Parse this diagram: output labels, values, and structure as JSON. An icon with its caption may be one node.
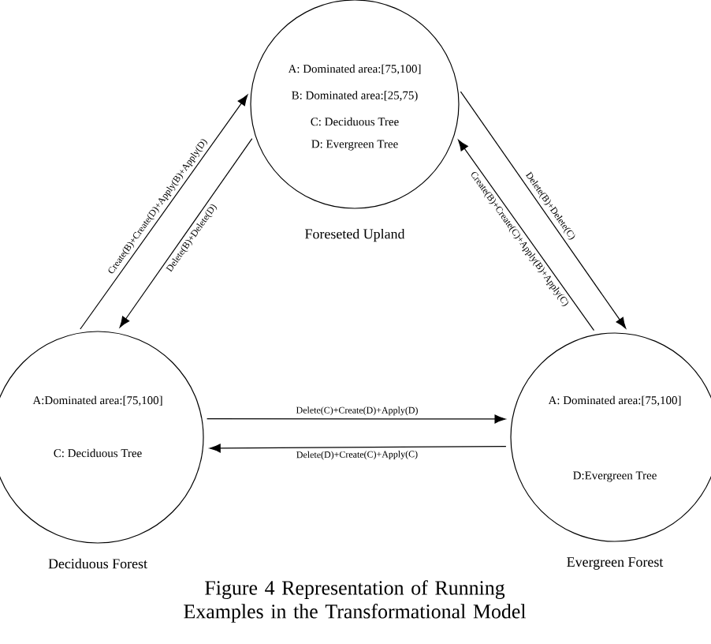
{
  "diagram": {
    "caption": "Figure 4 Representation of Running Examples in the Transformational Model",
    "nodes": [
      {
        "text": [
          "A:Dominated area:[75,100]",
          "C: Deciduous Tree"
        ],
        "beside": [
          "Deciduous Forest"
        ]
      },
      {
        "text": [
          "A: Dominated area:[75,100]",
          "B: Dominated area:[25,75)",
          "C: Deciduous Tree",
          "D: Evergreen Tree"
        ],
        "beside": [
          "Foreseted Upland"
        ]
      },
      {
        "text": [
          "A: Dominated area:[75,100]",
          "D:Evergreen Tree"
        ],
        "beside": [
          "Evergreen Forest"
        ]
      }
    ],
    "edges": [
      {
        "from": 0,
        "to": 1,
        "arrow": "to",
        "label": "Create(B)+Create(D)+Apply(B)+Apply(D)"
      },
      {
        "from": 1,
        "to": 0,
        "arrow": "to",
        "label": "Delete(B)+Delete(D)"
      },
      {
        "from": 1,
        "to": 2,
        "arrow": "to",
        "label": "Delete(B)+Delete(C)"
      },
      {
        "from": 2,
        "to": 1,
        "arrow": "to",
        "label": "Create(B)+Create(C)+Apply(B)+Apply(C)"
      },
      {
        "from": 0,
        "to": 2,
        "arrow": "to",
        "label": "Delete(C)+Create(D)+Apply(D)"
      },
      {
        "from": 2,
        "to": 0,
        "arrow": "to",
        "label": "Delete(D)+Create(C)+Apply(C)"
      }
    ]
  }
}
